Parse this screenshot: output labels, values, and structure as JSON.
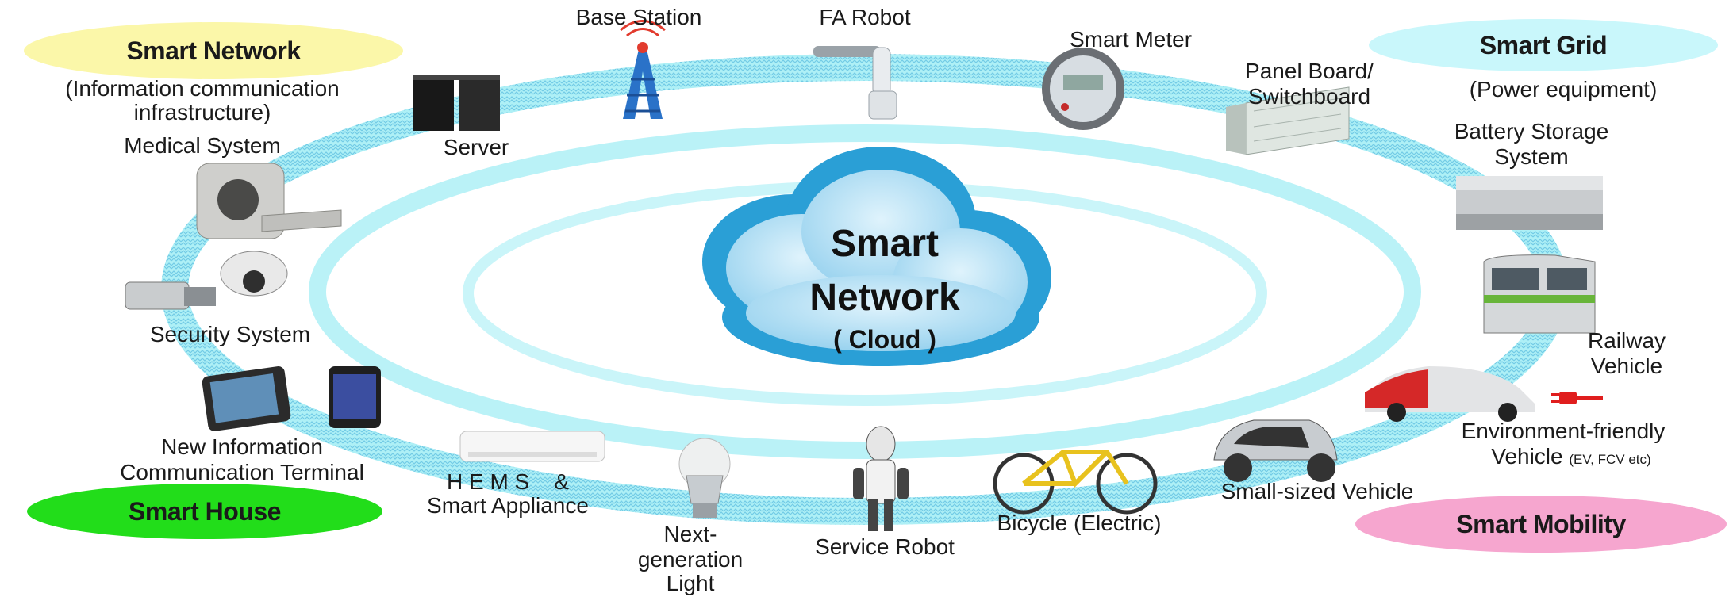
{
  "center": {
    "line1": "Smart",
    "line2": "Network",
    "line3": "( Cloud )"
  },
  "categories": {
    "network": {
      "title": "Smart Network",
      "sub1": "(Information communication",
      "sub2": "infrastructure)",
      "color": "#fbf7a9"
    },
    "grid": {
      "title": "Smart Grid",
      "sub1": "(Power equipment)",
      "color": "#c9f7fb"
    },
    "house": {
      "title": "Smart House",
      "color": "#22dd1a"
    },
    "mobility": {
      "title": "Smart Mobility",
      "color": "#f6a6cf"
    }
  },
  "devices": {
    "base_station": "Base Station",
    "fa_robot": "FA Robot",
    "smart_meter": "Smart Meter",
    "panel_board_1": "Panel Board/",
    "panel_board_2": "Switchboard",
    "battery_1": "Battery Storage",
    "battery_2": "System",
    "server": "Server",
    "medical": "Medical System",
    "security": "Security System",
    "terminal_1": "New Information",
    "terminal_2": "Communication Terminal",
    "hems_1": "H E M S    &",
    "hems_2": "Smart Appliance",
    "light_1": "Next-",
    "light_2": "generation",
    "light_3": "Light",
    "service_robot": "Service Robot",
    "bicycle": "Bicycle (Electric)",
    "small_vehicle": "Small-sized Vehicle",
    "eco_vehicle_1": "Environment-friendly",
    "eco_vehicle_2": "Vehicle",
    "eco_vehicle_small": "(EV, FCV etc)",
    "railway_1": "Railway",
    "railway_2": "Vehicle"
  },
  "colors": {
    "ring": "#9feef4",
    "ring_wave": "#6fc6e8",
    "cloud_dark": "#2a9fd6",
    "cloud_light": "#bfe6f7"
  }
}
